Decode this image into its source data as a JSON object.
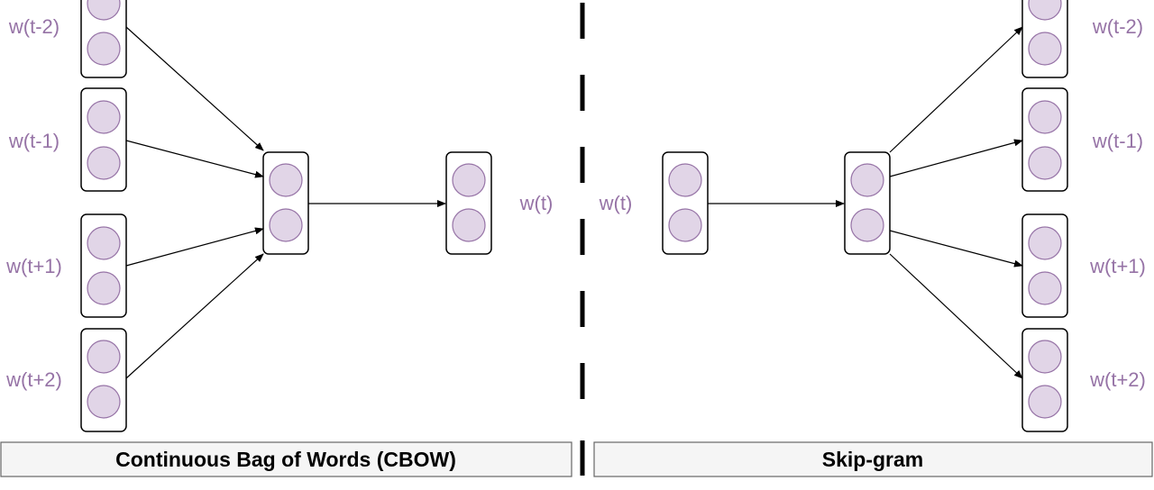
{
  "cbow": {
    "context_labels": [
      "w(t-2)",
      "w(t-1)",
      "w(t+1)",
      "w(t+2)"
    ],
    "output_label": "w(t)",
    "caption": "Continuous Bag of Words (CBOW)"
  },
  "skipgram": {
    "input_label": "w(t)",
    "context_labels": [
      "w(t-2)",
      "w(t-1)",
      "w(t+1)",
      "w(t+2)"
    ],
    "caption": "Skip-gram"
  },
  "colors": {
    "neuron_fill": "#e1d5e7",
    "neuron_stroke": "#9673a6",
    "label_text": "#9673a6",
    "caption_background": "#f5f5f5"
  }
}
